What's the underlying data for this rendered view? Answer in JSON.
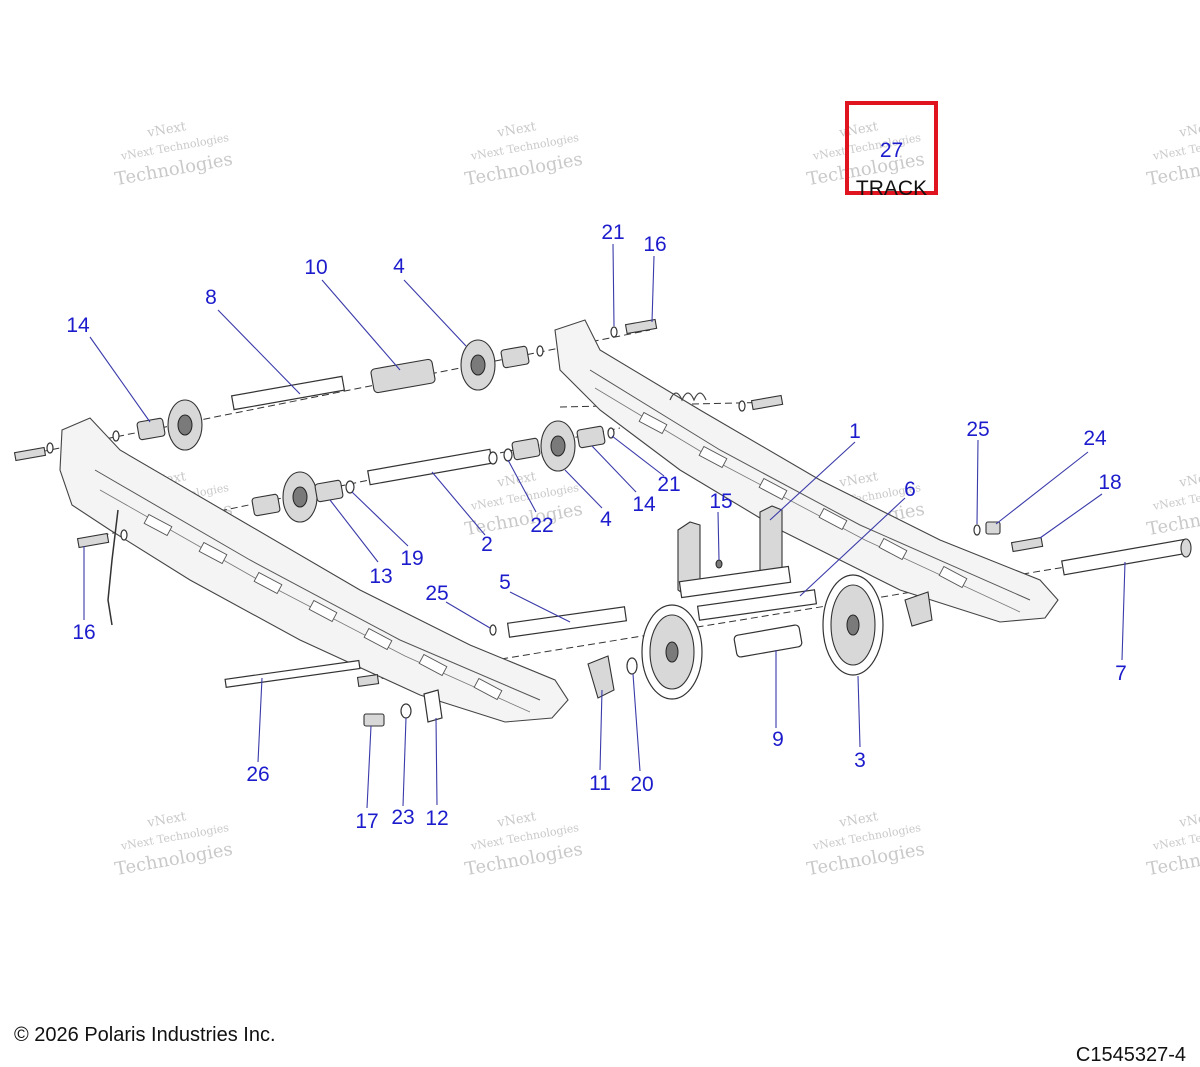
{
  "watermark": {
    "line1": "vNext Technologies",
    "line2": "Technologies",
    "line3": "vNext"
  },
  "callouts": {
    "c1": "1",
    "c2": "2",
    "c3": "3",
    "c4a": "4",
    "c4b": "4",
    "c5": "5",
    "c6": "6",
    "c7": "7",
    "c8": "8",
    "c9": "9",
    "c10": "10",
    "c11": "11",
    "c12": "12",
    "c13": "13",
    "c14a": "14",
    "c14b": "14",
    "c15": "15",
    "c16a": "16",
    "c16b": "16",
    "c17": "17",
    "c18": "18",
    "c19": "19",
    "c20": "20",
    "c21a": "21",
    "c21b": "21",
    "c22": "22",
    "c23": "23",
    "c24": "24",
    "c25a": "25",
    "c25b": "25",
    "c26": "26"
  },
  "track_box": {
    "number": "27",
    "label": "TRACK",
    "border_color": "#e0141e"
  },
  "footer": {
    "copyright": "© 2026 Polaris Industries Inc.",
    "diagram_code": "C1545327-4"
  },
  "colors": {
    "callout": "#1c1ccc",
    "highlight": "#e0141e"
  }
}
